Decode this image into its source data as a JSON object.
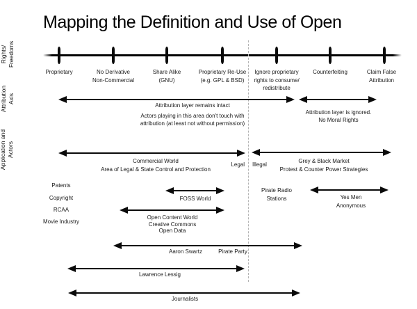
{
  "title": "Mapping the Definition and Use of Open",
  "row_labels": {
    "rights": "Rights/\nFreedoms",
    "attribution": "Attribution\nAxis",
    "application": "Application and\nActors"
  },
  "axis": {
    "ticks": [
      {
        "label": "Proprietary"
      },
      {
        "label": "No Derivative\nNon-Commercial"
      },
      {
        "label": "Share Alike\n(GNU)"
      },
      {
        "label": "Proprietary Re-Use\n(e.g. GPL & BSD)"
      },
      {
        "label": "Ignore proprietary\nrights to consume/\nredistribute"
      },
      {
        "label": "Counterfeiting"
      },
      {
        "label": "Claim False\nAttribution"
      }
    ]
  },
  "attribution_axis": {
    "intact_label": "Attribution layer remains intact",
    "intact_note": "Actors playing in this area don't touch with\nattribution (at least not without permission)",
    "ignored_label": "Attribution layer is ignored.\nNo Moral Rights"
  },
  "application": {
    "commercial_label": "Commercial World\nArea of Legal & State Control and Protection",
    "legal": "Legal",
    "illegal": "Illegal",
    "grey_black_label": "Grey & Black Market\nProtest & Counter Power Strategies",
    "actors_left": [
      "Patents",
      "Copyright",
      "RCAA",
      "Movie Industry"
    ],
    "foss_label": "FOSS World",
    "pirate_radio_label": "Pirate Radio\nStations",
    "yes_men_label": "Yes Men\nAnonymous",
    "open_content_label": "Open Content World\nCreative Commons\nOpen Data",
    "aaron_label": "Aaron Swartz",
    "pirate_party_label": "Pirate Party",
    "lessig_label": "Lawrence Lessig",
    "journalists_label": "Journalists"
  }
}
